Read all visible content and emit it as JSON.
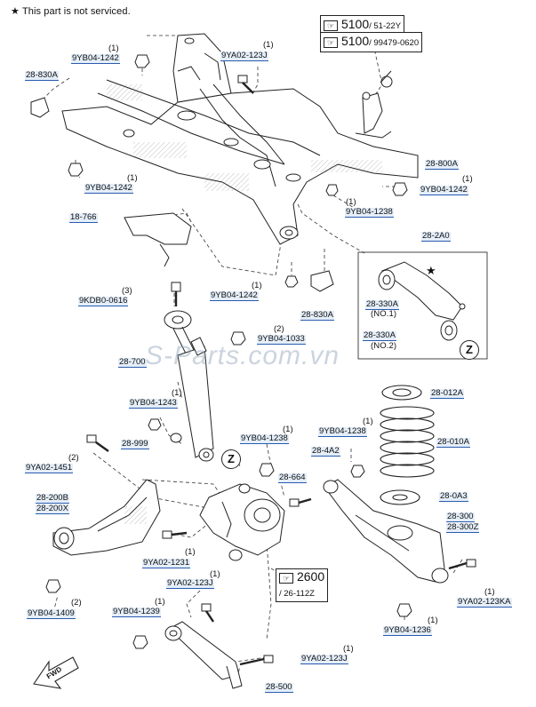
{
  "notice": {
    "star": "★",
    "text": "This part is not serviced."
  },
  "watermark": "S-Parts.com.vn",
  "ref_boxes": [
    {
      "num": "5100",
      "code": "/ 51-22Y"
    },
    {
      "num": "5100",
      "code": "/ 99479-0620"
    },
    {
      "num": "2600",
      "code": "/ 26-112Z"
    }
  ],
  "circle_refs": {
    "z1": "Z",
    "z2": "Z"
  },
  "fwd": "FWD",
  "subgroup": {
    "name": "28-2A0",
    "star": "★"
  },
  "parts": {
    "p_9yb04_1242_a": {
      "num": "9YB04-1242",
      "qty": "(1)"
    },
    "p_9ya02_123j_a": {
      "num": "9YA02-123J",
      "qty": "(1)"
    },
    "p_28_830a_a": {
      "num": "28-830A"
    },
    "p_9yb04_1242_b": {
      "num": "9YB04-1242",
      "qty": "(1)"
    },
    "p_28_800a": {
      "num": "28-800A"
    },
    "p_9yb04_1242_c": {
      "num": "9YB04-1242",
      "qty": "(1)"
    },
    "p_9yb04_1238_a": {
      "num": "9YB04-1238",
      "qty": "(1)"
    },
    "p_18_766": {
      "num": "18-766"
    },
    "p_9yb04_1242_d": {
      "num": "9YB04-1242",
      "qty": "(1)"
    },
    "p_28_830a_b": {
      "num": "28-830A"
    },
    "p_9kdb0_0616": {
      "num": "9KDB0-0616",
      "qty": "(3)"
    },
    "p_28_330a_1": {
      "num": "28-330A",
      "note": "(NO.1)"
    },
    "p_28_330a_2": {
      "num": "28-330A",
      "note": "(NO.2)"
    },
    "p_9yb04_1033": {
      "num": "9YB04-1033",
      "qty": "(2)"
    },
    "p_28_700": {
      "num": "28-700"
    },
    "p_9yb04_1243": {
      "num": "9YB04-1243",
      "qty": "(1)"
    },
    "p_28_999": {
      "num": "28-999"
    },
    "p_9ya02_1451": {
      "num": "9YA02-1451",
      "qty": "(2)"
    },
    "p_28_012a": {
      "num": "28-012A"
    },
    "p_9yb04_1238_b": {
      "num": "9YB04-1238",
      "qty": "(1)"
    },
    "p_9yb04_1238_c": {
      "num": "9YB04-1238",
      "qty": "(1)"
    },
    "p_28_010a": {
      "num": "28-010A"
    },
    "p_28_4a2": {
      "num": "28-4A2"
    },
    "p_28_664": {
      "num": "28-664"
    },
    "p_28_0a3": {
      "num": "28-0A3"
    },
    "p_28_200b": {
      "num": "28-200B"
    },
    "p_28_200x": {
      "num": "28-200X"
    },
    "p_28_300": {
      "num": "28-300"
    },
    "p_28_300z": {
      "num": "28-300Z"
    },
    "p_9ya02_1231": {
      "num": "9YA02-1231",
      "qty": "(1)"
    },
    "p_9ya02_123ka": {
      "num": "9YA02-123KA",
      "qty": "(1)"
    },
    "p_9ya02_123j_b": {
      "num": "9YA02-123J",
      "qty": "(1)"
    },
    "p_9yb04_1409": {
      "num": "9YB04-1409",
      "qty": "(2)"
    },
    "p_9yb04_1239": {
      "num": "9YB04-1239",
      "qty": "(1)"
    },
    "p_9yb04_1236": {
      "num": "9YB04-1236",
      "qty": "(1)"
    },
    "p_9ya02_123j_c": {
      "num": "9YA02-123J",
      "qty": "(1)"
    },
    "p_28_500": {
      "num": "28-500"
    }
  }
}
